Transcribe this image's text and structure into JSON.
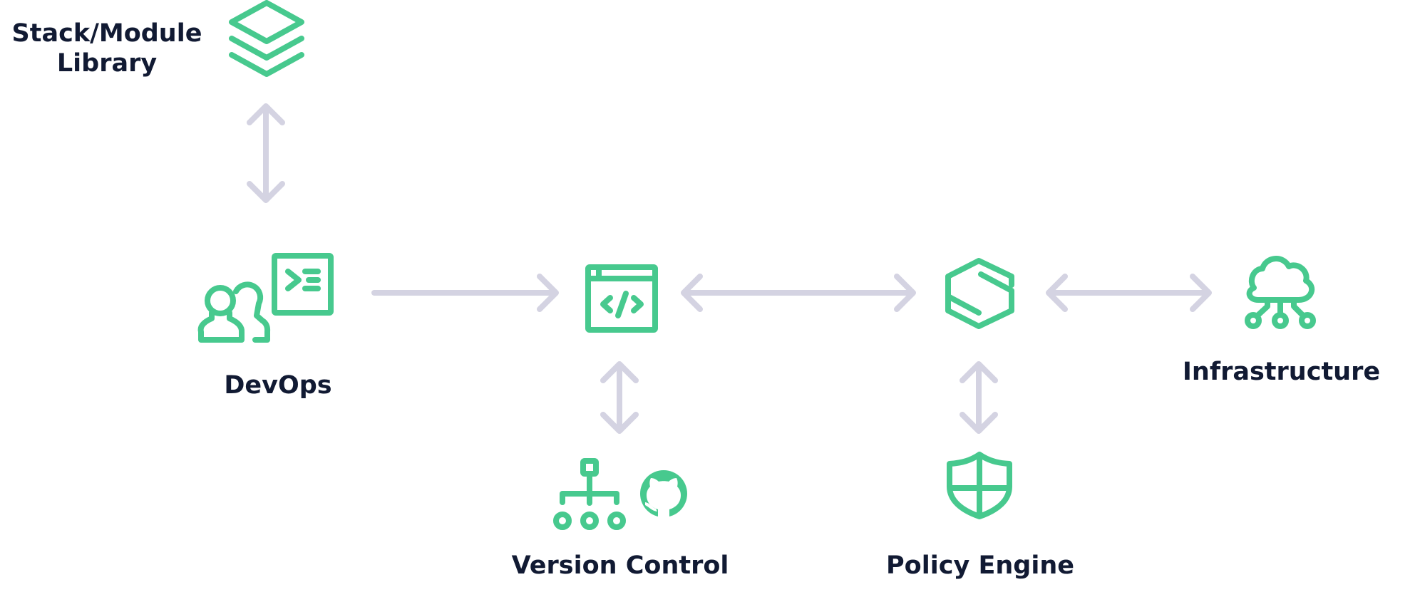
{
  "colors": {
    "icon": "#47c98e",
    "connector": "#d4d3e2",
    "label": "#111a33",
    "background": "#ffffff"
  },
  "nodes": {
    "library": {
      "label_line1": "Stack/Module",
      "label_line2": "Library",
      "icon": "layers-stack-icon"
    },
    "devops": {
      "label": "DevOps",
      "icons": [
        "users-icon",
        "terminal-icon"
      ]
    },
    "code": {
      "label": "",
      "icon": "code-window-icon"
    },
    "spacelift": {
      "label": "",
      "icon": "spacelift-logo-icon"
    },
    "infrastructure": {
      "label": "Infrastructure",
      "icon": "cloud-network-icon"
    },
    "version_control": {
      "label": "Version Control",
      "icons": [
        "hierarchy-tree-icon",
        "github-icon"
      ]
    },
    "policy_engine": {
      "label": "Policy Engine",
      "icon": "shield-icon"
    }
  },
  "edges": [
    {
      "from": "library",
      "to": "devops",
      "direction": "bidirectional"
    },
    {
      "from": "devops",
      "to": "code",
      "direction": "forward"
    },
    {
      "from": "code",
      "to": "spacelift",
      "direction": "bidirectional"
    },
    {
      "from": "spacelift",
      "to": "infrastructure",
      "direction": "bidirectional"
    },
    {
      "from": "code",
      "to": "version_control",
      "direction": "bidirectional"
    },
    {
      "from": "spacelift",
      "to": "policy_engine",
      "direction": "bidirectional"
    }
  ]
}
